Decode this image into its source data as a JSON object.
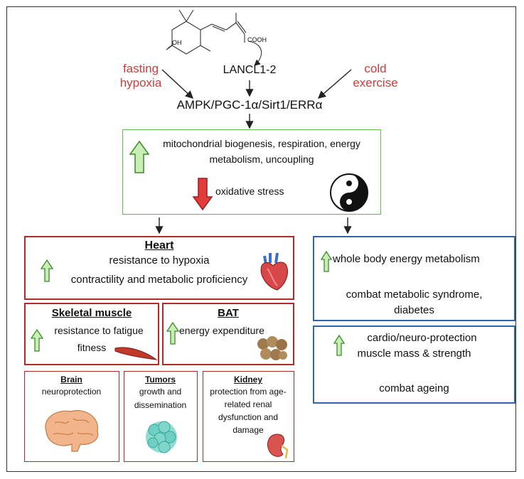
{
  "molecule": {
    "ho_label": "OH",
    "cooh_label": "COOH"
  },
  "top": {
    "lancl": "LANCL1-2",
    "left_stimuli": [
      "fasting",
      "hypoxia"
    ],
    "right_stimuli": [
      "cold",
      "exercise"
    ],
    "pathway": "AMPK/PGC-1α/Sirt1/ERRα"
  },
  "mito_box": {
    "up_text": [
      "mitochondrial biogenesis, respiration, energy",
      "metabolism, uncoupling"
    ],
    "down_text": "oxidative stress"
  },
  "heart": {
    "title": "Heart",
    "lines": [
      "resistance to hypoxia",
      "contractility and metabolic proficiency"
    ]
  },
  "skeletal": {
    "title": "Skeletal muscle",
    "lines": [
      "resistance to fatigue",
      "fitness"
    ]
  },
  "bat": {
    "title": "BAT",
    "lines": [
      "energy expenditure"
    ]
  },
  "brain": {
    "title": "Brain",
    "lines": [
      "neuroprotection"
    ]
  },
  "tumors": {
    "title": "Tumors",
    "lines": [
      "growth and",
      "dissemination"
    ]
  },
  "kidney": {
    "title": "Kidney",
    "lines": [
      "protection from age-",
      "related renal",
      "dysfunction and",
      "damage"
    ]
  },
  "whole_body": {
    "up": "whole body energy metabolism",
    "result": [
      "combat metabolic syndrome,",
      "diabetes"
    ]
  },
  "ageing": {
    "up": [
      "cardio/neuro-protection",
      "muscle mass & strength"
    ],
    "result": "combat ageing"
  },
  "colors": {
    "red_box": "#b22a2a",
    "green_box": "#5fbf4c",
    "blue_box": "#2e64b0",
    "stimulus_text": "#d33b3b",
    "up_arrow": "#c9eeb5",
    "down_arrow": "#e23b3b"
  }
}
